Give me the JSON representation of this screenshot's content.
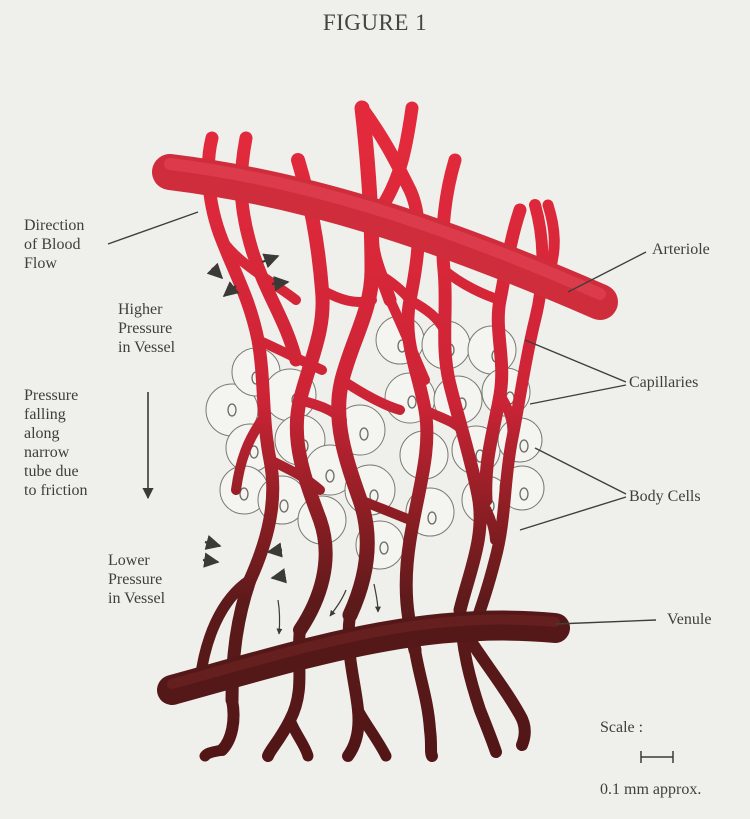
{
  "title": "FIGURE 1",
  "labels": {
    "direction": "Direction\nof Blood\nFlow",
    "higher": "Higher\nPressure\nin Vessel",
    "falling": "Pressure\nfalling\nalong\nnarrow\ntube due\nto friction",
    "lower": "Lower\nPressure\nin Vessel",
    "arteriole": "Arteriole",
    "capillaries": "Capillaries",
    "body_cells": "Body Cells",
    "venule": "Venule",
    "scale": "Scale :",
    "scale_value": "0.1 mm approx."
  },
  "colors": {
    "arterial": "#e22a3c",
    "venous": "#561818",
    "background": "#efefeb",
    "ink": "#3a3a36"
  }
}
